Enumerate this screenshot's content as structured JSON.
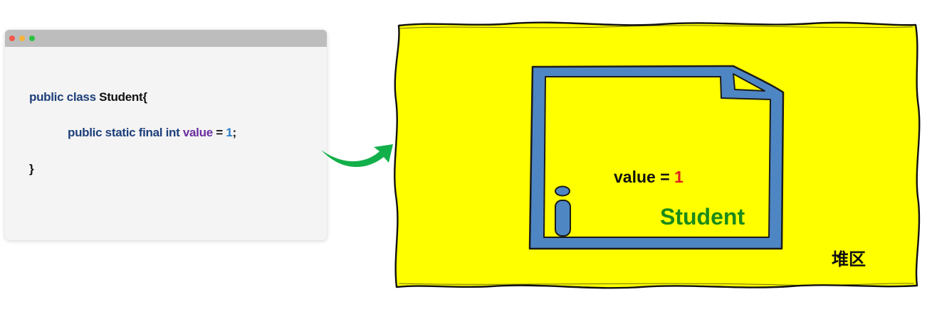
{
  "code_window": {
    "lines": [
      [
        {
          "text": "public class ",
          "role": "keyword"
        },
        {
          "text": "Student{",
          "role": "plain"
        }
      ],
      [
        {
          "text": "public static final int ",
          "role": "keyword"
        },
        {
          "text": "value",
          "role": "identifier"
        },
        {
          "text": " = ",
          "role": "plain"
        },
        {
          "text": "1",
          "role": "number"
        },
        {
          "text": ";",
          "role": "plain"
        }
      ],
      [
        {
          "text": "}",
          "role": "plain"
        }
      ]
    ]
  },
  "heap": {
    "label": "堆区",
    "background_color": "#ffff00"
  },
  "student_object": {
    "field_name": "value",
    "field_equals": " = ",
    "field_value": "1",
    "class_name": "Student",
    "class_name_color": "#1a8a1a",
    "field_value_color": "#e02020",
    "frame_color": "#4e86c4",
    "icon_name": "info-icon"
  },
  "arrow": {
    "color": "#12b04a",
    "icon_name": "curved-arrow-icon"
  }
}
